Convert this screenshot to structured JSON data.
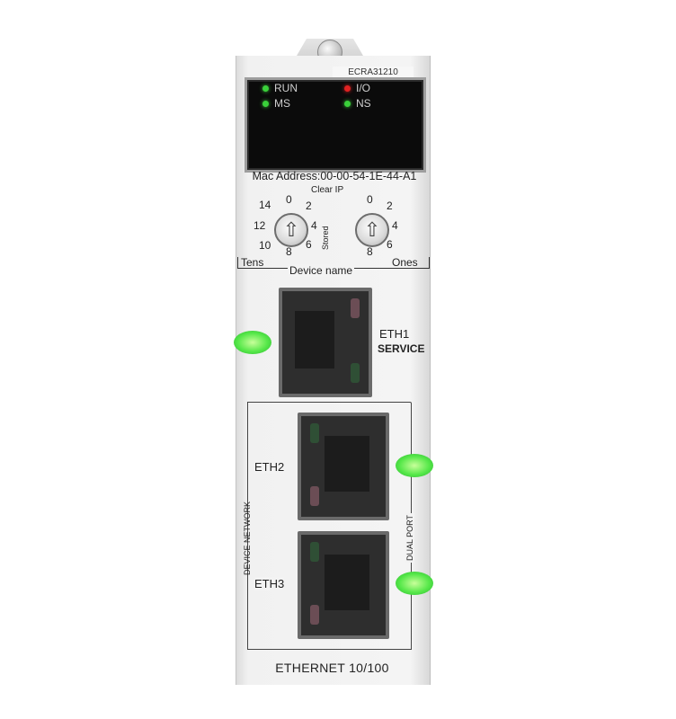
{
  "module": {
    "part_number": "ECRA31210",
    "mac_address": "Mac Address:00-00-54-1E-44-A1",
    "clear_ip": "Clear IP",
    "stored": "Stored",
    "device_name": "Device name",
    "tens": "Tens",
    "ones": "Ones",
    "footer": "ETHERNET 10/100"
  },
  "leds": [
    {
      "label": "RUN",
      "color": "#3ad13a"
    },
    {
      "label": "MS",
      "color": "#3ad13a"
    },
    {
      "label": "I/O",
      "color": "#e02222"
    },
    {
      "label": "NS",
      "color": "#3ad13a"
    }
  ],
  "tens_dial": [
    "0",
    "2",
    "4",
    "6",
    "8",
    "10",
    "12",
    "14"
  ],
  "ones_dial": [
    "0",
    "2",
    "4",
    "6",
    "8"
  ],
  "ports": {
    "eth1": "ETH1",
    "eth1_sub": "SERVICE",
    "eth2": "ETH2",
    "eth3": "ETH3",
    "device_network": "DEVICE NETWORK",
    "dual_port": "DUAL PORT"
  },
  "colors": {
    "latch_green": "#57e84a",
    "led_green": "#3ad13a",
    "led_red": "#e02222"
  }
}
